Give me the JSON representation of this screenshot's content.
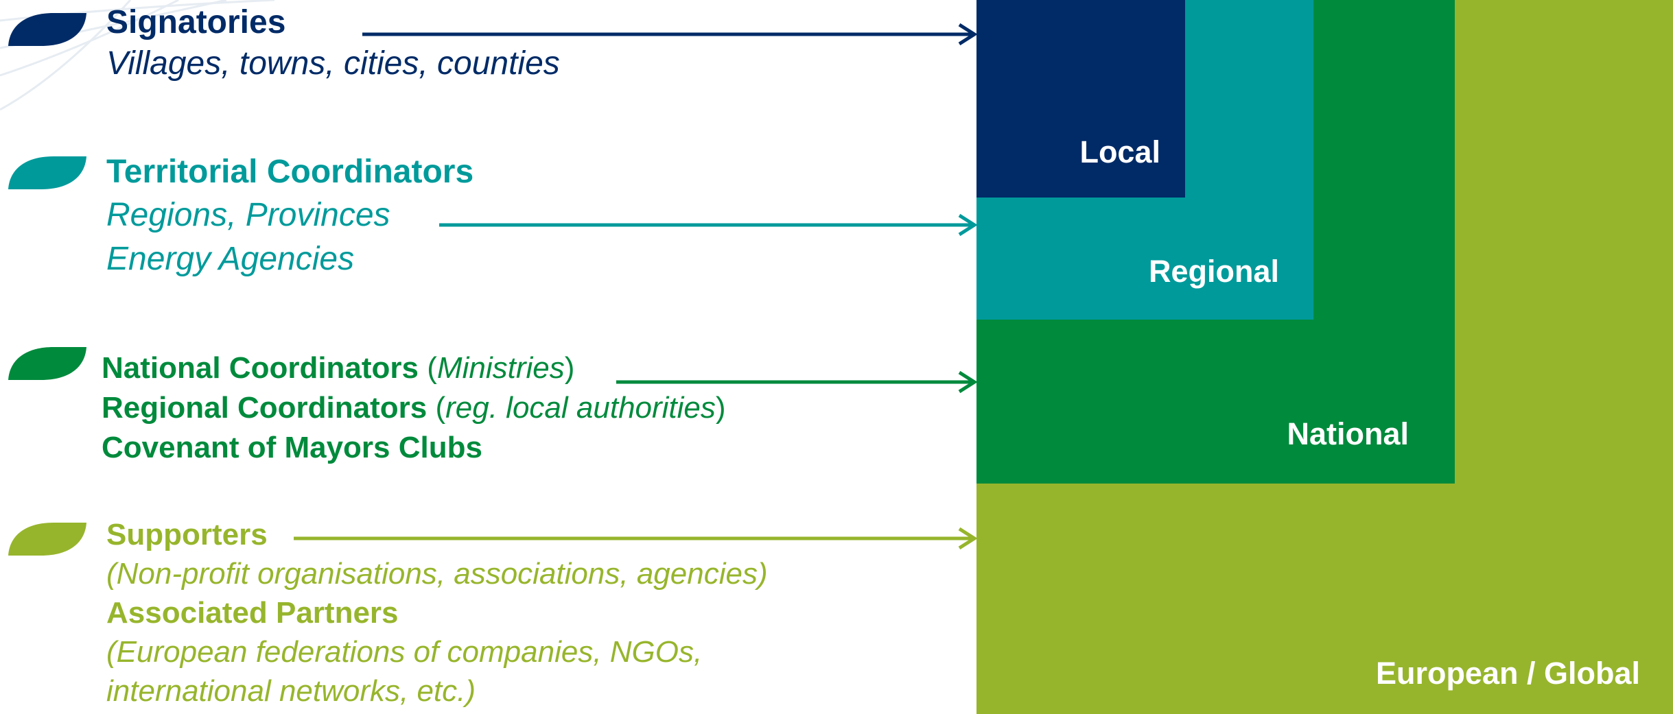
{
  "colors": {
    "navy": "#012b67",
    "teal": "#009a9b",
    "green": "#008a3c",
    "lime": "#97b52c",
    "white": "#ffffff"
  },
  "icons": [
    "leaf-icon"
  ],
  "levels": {
    "local": "Local",
    "regional": "Regional",
    "national": "National",
    "global": "European / Global"
  },
  "groups": {
    "signatories": {
      "title": "Signatories",
      "subtitle": "Villages, towns, cities, counties"
    },
    "territorial": {
      "title": "Territorial Coordinators",
      "line1": "Regions, Provinces",
      "line2": "Energy Agencies"
    },
    "national": {
      "national_coord": "National Coordinators",
      "national_coord_paren_open": " (",
      "national_coord_note": "Ministries",
      "national_coord_paren_close": ")",
      "regional_coord": "Regional Coordinators",
      "regional_coord_paren_open": " (",
      "regional_coord_note": "reg. local authorities",
      "regional_coord_paren_close": ")",
      "clubs": "Covenant of Mayors Clubs"
    },
    "supporters": {
      "title": "Supporters",
      "note": "(Non-profit organisations, associations, agencies)",
      "partners": "Associated Partners",
      "partners_note1": "(European federations of companies, NGOs,",
      "partners_note2": "international networks, etc.)"
    }
  }
}
